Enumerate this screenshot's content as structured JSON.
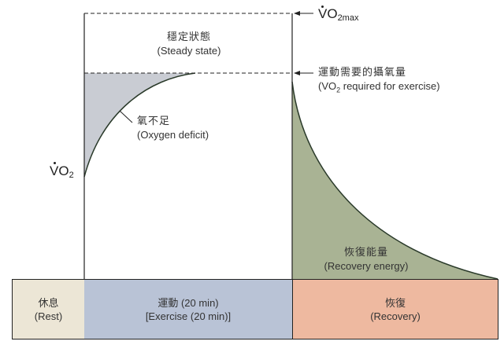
{
  "colors": {
    "oxygen_deficit_fill": "#c9ccd3",
    "recovery_energy_fill": "#a9b394",
    "rest_box": "#ece6d6",
    "exercise_box": "#b9c3d6",
    "recovery_box": "#eeb9a0",
    "line": "#222222"
  },
  "y_axis": {
    "label": "VO",
    "subscript": "2"
  },
  "reference_lines": {
    "vo2max": {
      "label": "VO",
      "subscript": "2max"
    },
    "required": {
      "zh": "運動需要的攝氧量",
      "en_prefix": "(VO",
      "en_sub": "2",
      "en_suffix": " required for exercise)"
    }
  },
  "regions": {
    "steady_state": {
      "zh": "穩定狀態",
      "en": "(Steady state)"
    },
    "oxygen_deficit": {
      "zh": "氧不足",
      "en": "(Oxygen deficit)"
    },
    "recovery_energy": {
      "zh": "恢復能量",
      "en": "(Recovery energy)"
    }
  },
  "phases": [
    {
      "zh": "休息",
      "en": "(Rest)"
    },
    {
      "zh": "運動 (20 min)",
      "en": "[Exercise (20 min)]"
    },
    {
      "zh": "恢復",
      "en": "(Recovery)"
    }
  ]
}
